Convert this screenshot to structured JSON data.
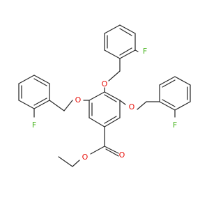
{
  "colors": {
    "bond": "#2b2b2b",
    "oxygen": "#e8120c",
    "fluorine": "#49b520",
    "background": "#ffffff"
  },
  "atoms": {
    "o_top": "O",
    "o_left": "O",
    "o_right": "O",
    "o_carbonyl": "O",
    "o_ester": "O",
    "f_top": "F",
    "f_left": "F",
    "f_right": "F"
  }
}
